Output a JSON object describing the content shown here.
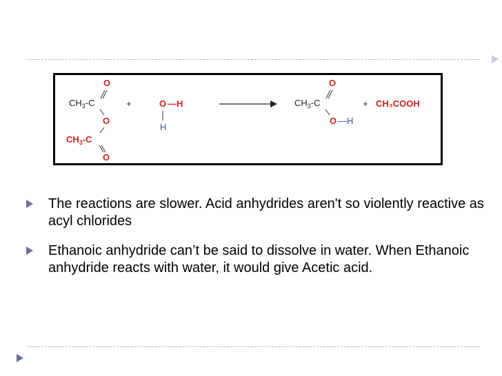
{
  "reaction": {
    "r1_o": "O",
    "r1_ch3": "CH",
    "r1_sub3": "3",
    "r1_c": "-C",
    "r1_bridge_o": "O",
    "r1_ch3c": "CH",
    "r1_sub3b": "3",
    "r1_c2": "-C",
    "r1_o2": "O",
    "plus1": "+",
    "water_o": "O",
    "water_h1": "—H",
    "water_h2": "H",
    "p1_o": "O",
    "p1_ch3": "CH",
    "p1_sub3": "3",
    "p1_c": "-C",
    "p1_o2": "O",
    "p1_h": "—H",
    "plus2": "+",
    "p2": "CH₃COOH"
  },
  "bullets": [
    {
      "text": "The reactions are slower. Acid anhydrides aren't so violently reactive as acyl chlorides"
    },
    {
      "text": "Ethanoic anhydride can’t be said to dissolve in water. When Ethanoic anhydride reacts with water, it would give Acetic acid."
    }
  ],
  "colors": {
    "accent_red": "#d02020",
    "accent_blue": "#3a4fa8",
    "marker": "#6a6f9a"
  }
}
